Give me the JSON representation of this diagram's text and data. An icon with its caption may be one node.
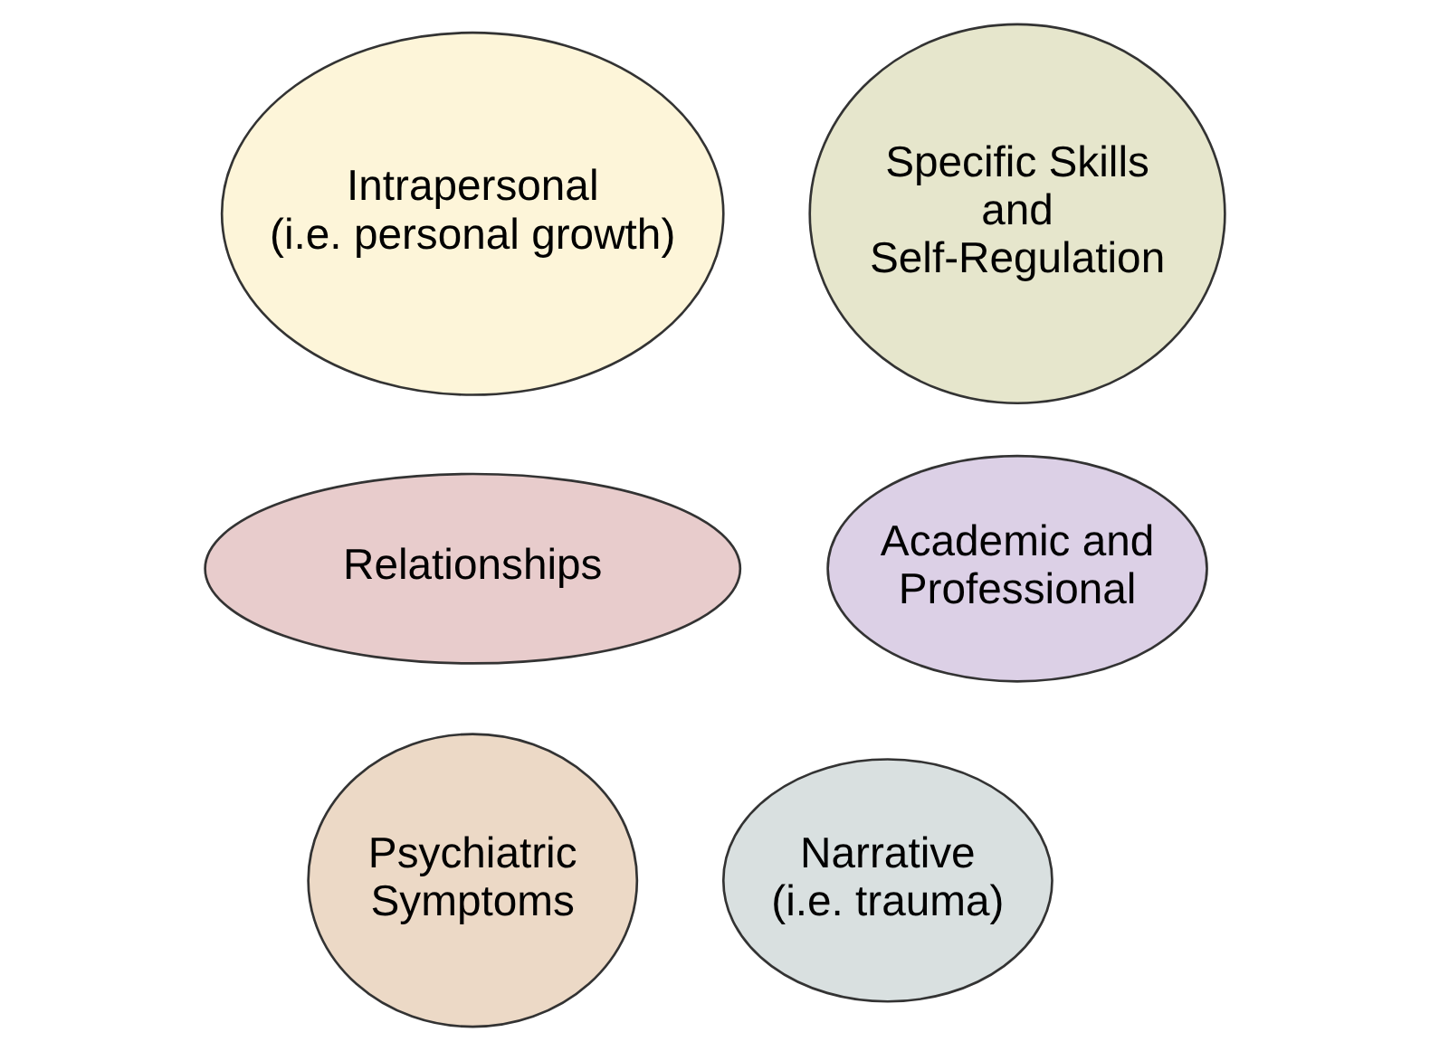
{
  "diagram": {
    "nodes": [
      {
        "text": [
          "Intrapersonal",
          "(i.e. personal growth)"
        ]
      },
      {
        "text": [
          "Specific Skills and Self-Regulation"
        ]
      },
      {
        "text": [
          "Relationships"
        ]
      },
      {
        "text": [
          "Academic and Professional"
        ]
      },
      {
        "text": [
          "Psychiatric Symptoms"
        ]
      },
      {
        "text": [
          "Narrative",
          "(i.e. trauma)"
        ]
      }
    ]
  }
}
